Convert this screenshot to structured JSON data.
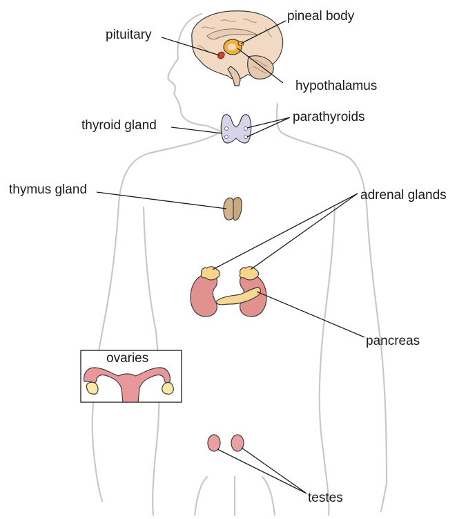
{
  "labels": {
    "pineal_body": "pineal body",
    "pituitary": "pituitary",
    "hypothalamus": "hypothalamus",
    "thyroid_gland": "thyroid gland",
    "parathyroids": "parathyroids",
    "thymus_gland": "thymus gland",
    "adrenal_glands": "adrenal glands",
    "pancreas": "pancreas",
    "ovaries": "ovaries",
    "testes": "testes"
  },
  "colors": {
    "body_outline": "#c8c8c8",
    "brain": "#f1d9c4",
    "thyroid": "#d9d3ea",
    "thymus": "#d3b48a",
    "kidney": "#e2928e",
    "adrenal": "#f7d68a",
    "pancreas": "#f6d896",
    "uterus": "#e8989a",
    "ovary": "#fbe7a6",
    "testes": "#e8a0a0"
  }
}
